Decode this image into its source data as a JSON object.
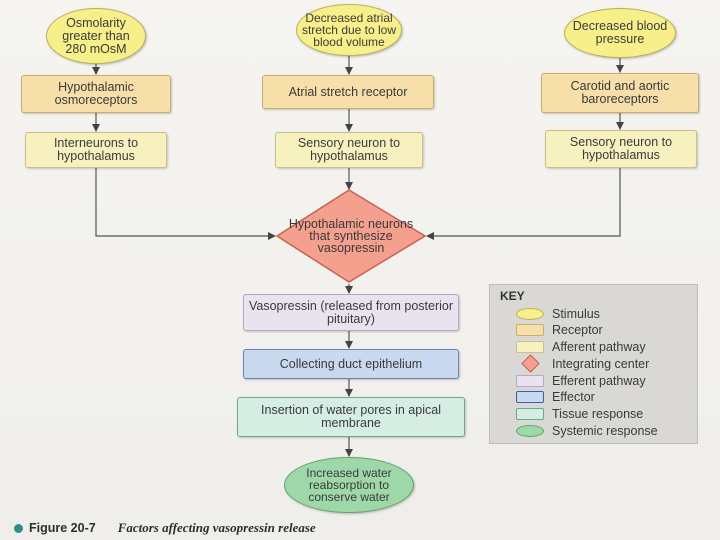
{
  "colors": {
    "stimulus": "#f7f08a",
    "receptor": "#f6dfa9",
    "afferent_pathway": "#f7f1bf",
    "integrating_center": "#f4a08f",
    "efferent_pathway": "#ebe2f0",
    "effector": "#c9d9f0",
    "tissue_response": "#d6ede4",
    "systemic_response": "#9fd8a8"
  },
  "nodes": {
    "stim_osmolarity": "Osmolarity greater than 280 mOsM",
    "stim_atrial": "Decreased atrial stretch due to low blood volume",
    "stim_bp": "Decreased blood pressure",
    "rec_osmo": "Hypothalamic osmoreceptors",
    "rec_atrial": "Atrial stretch receptor",
    "rec_baro": "Carotid and aortic baroreceptors",
    "aff_inter": "Interneurons to hypothalamus",
    "aff_sensory_mid": "Sensory neuron to hypothalamus",
    "aff_sensory_right": "Sensory neuron to hypothalamus",
    "integrating": "Hypothalamic neurons that synthesize vasopressin",
    "efferent": "Vasopressin (released from posterior pituitary)",
    "effector": "Collecting duct epithelium",
    "tissue": "Insertion of water pores in apical membrane",
    "systemic": "Increased water reabsorption to conserve water"
  },
  "key": {
    "title": "KEY",
    "items": [
      {
        "label": "Stimulus",
        "swatch": "stimulus"
      },
      {
        "label": "Receptor",
        "swatch": "receptor"
      },
      {
        "label": "Afferent pathway",
        "swatch": "afferent_pathway"
      },
      {
        "label": "Integrating center",
        "swatch": "integrating_center"
      },
      {
        "label": "Efferent pathway",
        "swatch": "efferent_pathway"
      },
      {
        "label": "Effector",
        "swatch": "effector"
      },
      {
        "label": "Tissue response",
        "swatch": "tissue_response"
      },
      {
        "label": "Systemic response",
        "swatch": "systemic_response"
      }
    ]
  },
  "caption": {
    "number": "Figure 20-7",
    "title": "Factors affecting vasopressin release"
  }
}
